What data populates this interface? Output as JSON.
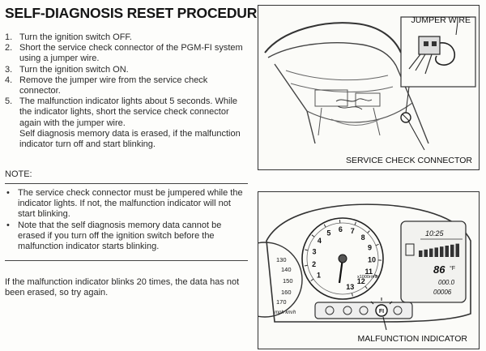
{
  "title": "SELF-DIAGNOSIS RESET PROCEDURE",
  "steps": [
    {
      "num": "1.",
      "text": "Turn the ignition switch OFF."
    },
    {
      "num": "2.",
      "text": "Short the service check connector of the PGM-FI system using a jumper wire."
    },
    {
      "num": "3.",
      "text": "Turn the ignition switch ON."
    },
    {
      "num": "4.",
      "text": "Remove the jumper wire from the service check connector."
    },
    {
      "num": "5.",
      "text": "The malfunction indicator lights about 5 seconds. While the indicator lights, short the service check connector again with the jumper wire.",
      "extra": "Self diagnosis memory data is erased, if the malfunction indicator turn off and start blinking."
    }
  ],
  "note": {
    "heading": "NOTE:",
    "bullet": "•",
    "items": [
      "The service check connector must be jumpered while the indicator lights. If not, the malfunction indicator will not start blinking.",
      "Note that the self diagnosis memory data cannot be erased if you turn off the ignition switch before the malfunction indicator starts blinking."
    ]
  },
  "footer": "If the malfunction indicator blinks 20 times, the data has not been erased, so try again.",
  "top_figure": {
    "jumper_label": "JUMPER WIRE",
    "connector_label": "SERVICE CHECK CONNECTOR"
  },
  "bottom_figure": {
    "indicator_label": "MALFUNCTION INDICATOR",
    "tach_numbers": [
      "1",
      "2",
      "3",
      "4",
      "5",
      "6",
      "7",
      "8",
      "9",
      "10",
      "11",
      "12",
      "13"
    ],
    "tach_unit": "x1000r/min",
    "speedo_numbers": [
      "130",
      "140",
      "150",
      "160",
      "170"
    ],
    "speedo_unit": "mph km/h",
    "clock": "10:25",
    "temp": "86",
    "temp_unit": "°F",
    "trip": "000.0",
    "odo": "00006",
    "fi_label": "FI"
  }
}
